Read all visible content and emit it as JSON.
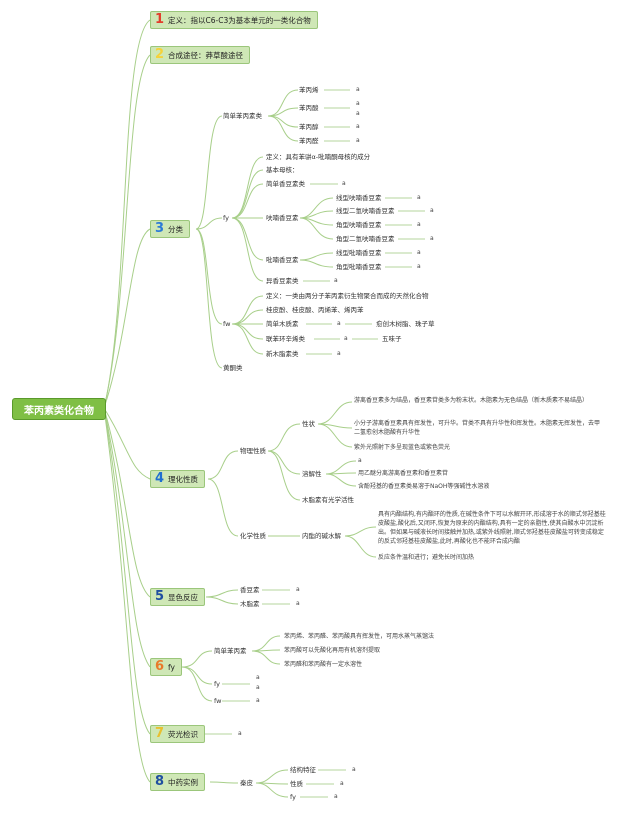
{
  "root": "苯丙素类化合物",
  "branches": [
    {
      "num": "1",
      "num_color": "#e23c2c",
      "label": "定义：指以C6-C3为基本单元的一类化合物"
    },
    {
      "num": "2",
      "num_color": "#f5d23a",
      "label": "合成途径：莽草酸途径"
    },
    {
      "num": "3",
      "num_color": "#2c7bd6",
      "label": "分类"
    },
    {
      "num": "4",
      "num_color": "#1f6fd0",
      "label": "理化性质"
    },
    {
      "num": "5",
      "num_color": "#1f4fa0",
      "label": "显色反应"
    },
    {
      "num": "6",
      "num_color": "#e87a2a",
      "label": "fy"
    },
    {
      "num": "7",
      "num_color": "#e8c030",
      "label": "荧光检识"
    },
    {
      "num": "8",
      "num_color": "#1f4fa0",
      "label": "中药实例"
    }
  ],
  "b3": {
    "simple": "简单苯丙素类",
    "simple_items": [
      "苯丙烯",
      "苯丙酸",
      "苯丙醇",
      "苯丙醛"
    ],
    "fy": "fy",
    "def": "定义：具有苯骈α-吡喃酮母核的成分",
    "base": "基本母核：",
    "simple_cou": "简单香豆素类",
    "furan": "呋喃香豆素",
    "furan_items": [
      "线型呋喃香豆素",
      "线型二氢呋喃香豆素",
      "角型呋喃香豆素",
      "角型二氢呋喃香豆素"
    ],
    "pyran": "吡喃香豆素",
    "pyran_items": [
      "线型吡喃香豆素",
      "角型吡喃香豆素"
    ],
    "iso": "异香豆素类",
    "fw": "fw",
    "fw_def": "定义：一类由两分子苯丙素衍生物聚合而成的天然化合物",
    "fw_types": "桂皮酚、桂皮酸、丙烯苯、烯丙苯",
    "lig": "简单木质素",
    "lig_ex": "愈创木树脂、珠子草",
    "biphenyl": "联苯环辛烯类",
    "biphenyl_ex": "五味子",
    "neo": "新木脂素类",
    "flav": "黄酮类"
  },
  "b4": {
    "phys": "物理性质",
    "trait": "性状",
    "trait1": "游离香豆素多为结晶，香豆素苷类多为粉末状。木脂素为无色结晶（新木质素不易结晶）",
    "trait2": "小分子游离香豆素具有挥发性，可升华。苷类不具有升华性和挥发性。木脂素无挥发性，去甲二氢愈创木脂酸有升华性",
    "trait3": "紫外光照射下多呈现蓝色或紫色荧光",
    "sol": "溶解性",
    "sol1": "用乙醚分离游离香豆素和香豆素苷",
    "sol2": "含酚羟基的香豆素类易溶于NaOH等强碱性水溶液",
    "optical": "木脂素有光学活性",
    "chem": "化学性质",
    "lactone": "内酯的碱水解",
    "lactone1": "具有内酯结构,有内酯环的性质,在碱性条件下可以水解开环,形成溶于水的顺式邻羟基桂皮酸盐,酸化后,又闭环,恢复为原来的内酯结构,具有一定的亲脂性,使其自酸水中沉淀析出。但如果与碱液长时间接触并加热,或紫外线照射,顺式邻羟基桂皮酸盐可转变成稳定的反式邻羟基桂皮酸盐,此时,再酸化也不能环合成内酯",
    "lactone2": "反应条件温和进行；避免长时间加热"
  },
  "b5": {
    "items": [
      "香豆素",
      "木脂素"
    ]
  },
  "b6": {
    "simple": "简单苯丙素",
    "s1": "苯丙烯、苯丙醛、苯丙酸具有挥发性，可用水蒸气蒸馏法",
    "s2": "苯丙酸可以先酸化再用有机溶剂提取",
    "s3": "苯丙醛和苯丙酸有一定水溶性",
    "fy": "fy",
    "fw": "fw"
  },
  "b8": {
    "item": "秦皮",
    "sub": [
      "结构特征",
      "性质",
      "fy"
    ]
  },
  "leaf_a": "a",
  "colors": {
    "line": "#a8cf8a",
    "box": "#cfe7b6",
    "root": "#7fbf45"
  }
}
